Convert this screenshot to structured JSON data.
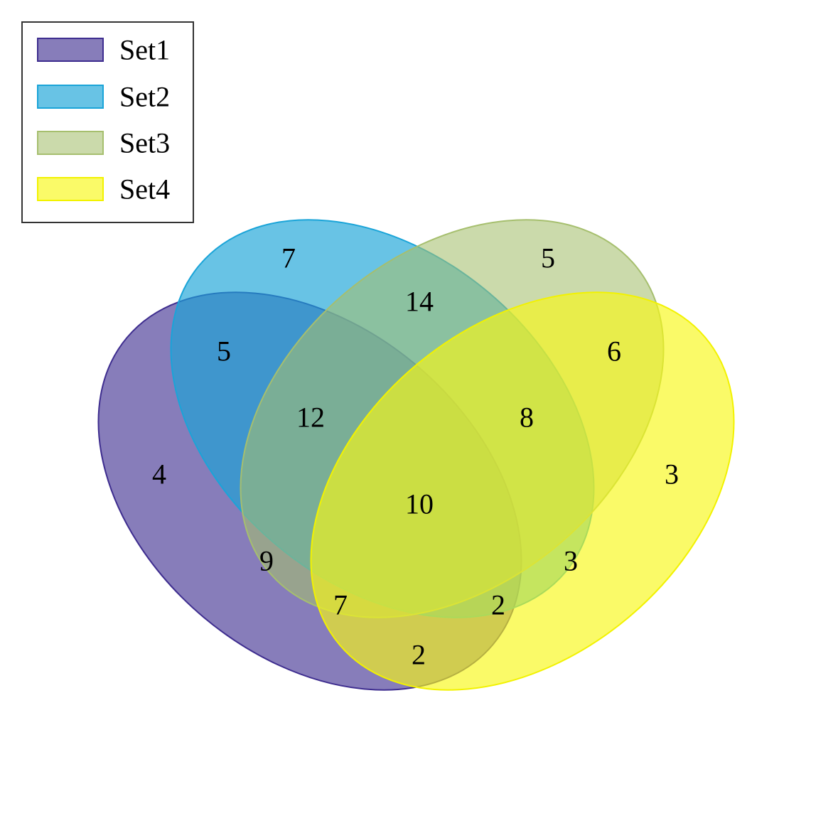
{
  "diagram": {
    "type": "venn-4",
    "sets": [
      {
        "name": "Set1",
        "fill": "#3e2d8f",
        "stroke": "#3e2d8f",
        "opacity": 0.62
      },
      {
        "name": "Set2",
        "fill": "#1aa4d8",
        "stroke": "#1aa4d8",
        "opacity": 0.66
      },
      {
        "name": "Set3",
        "fill": "#a6bf6e",
        "stroke": "#a6bf6e",
        "opacity": 0.58
      },
      {
        "name": "Set4",
        "fill": "#f8f817",
        "stroke": "#f2f200",
        "opacity": 0.65
      }
    ],
    "regions": [
      {
        "sets": [
          "Set1"
        ],
        "count": "4"
      },
      {
        "sets": [
          "Set2"
        ],
        "count": "7"
      },
      {
        "sets": [
          "Set3"
        ],
        "count": "5"
      },
      {
        "sets": [
          "Set4"
        ],
        "count": "3"
      },
      {
        "sets": [
          "Set1",
          "Set2"
        ],
        "count": "5"
      },
      {
        "sets": [
          "Set2",
          "Set3"
        ],
        "count": "14"
      },
      {
        "sets": [
          "Set3",
          "Set4"
        ],
        "count": "6"
      },
      {
        "sets": [
          "Set1",
          "Set2",
          "Set3"
        ],
        "count": "12"
      },
      {
        "sets": [
          "Set2",
          "Set3",
          "Set4"
        ],
        "count": "8"
      },
      {
        "sets": [
          "Set1",
          "Set2",
          "Set3",
          "Set4"
        ],
        "count": "10"
      },
      {
        "sets": [
          "Set1",
          "Set3"
        ],
        "count": "9"
      },
      {
        "sets": [
          "Set2",
          "Set4"
        ],
        "count": "3"
      },
      {
        "sets": [
          "Set1",
          "Set3",
          "Set4"
        ],
        "count": "7"
      },
      {
        "sets": [
          "Set1",
          "Set2",
          "Set4"
        ],
        "count": "2"
      },
      {
        "sets": [
          "Set1",
          "Set4"
        ],
        "count": "2"
      }
    ],
    "legend": {
      "position": "top-left"
    }
  }
}
